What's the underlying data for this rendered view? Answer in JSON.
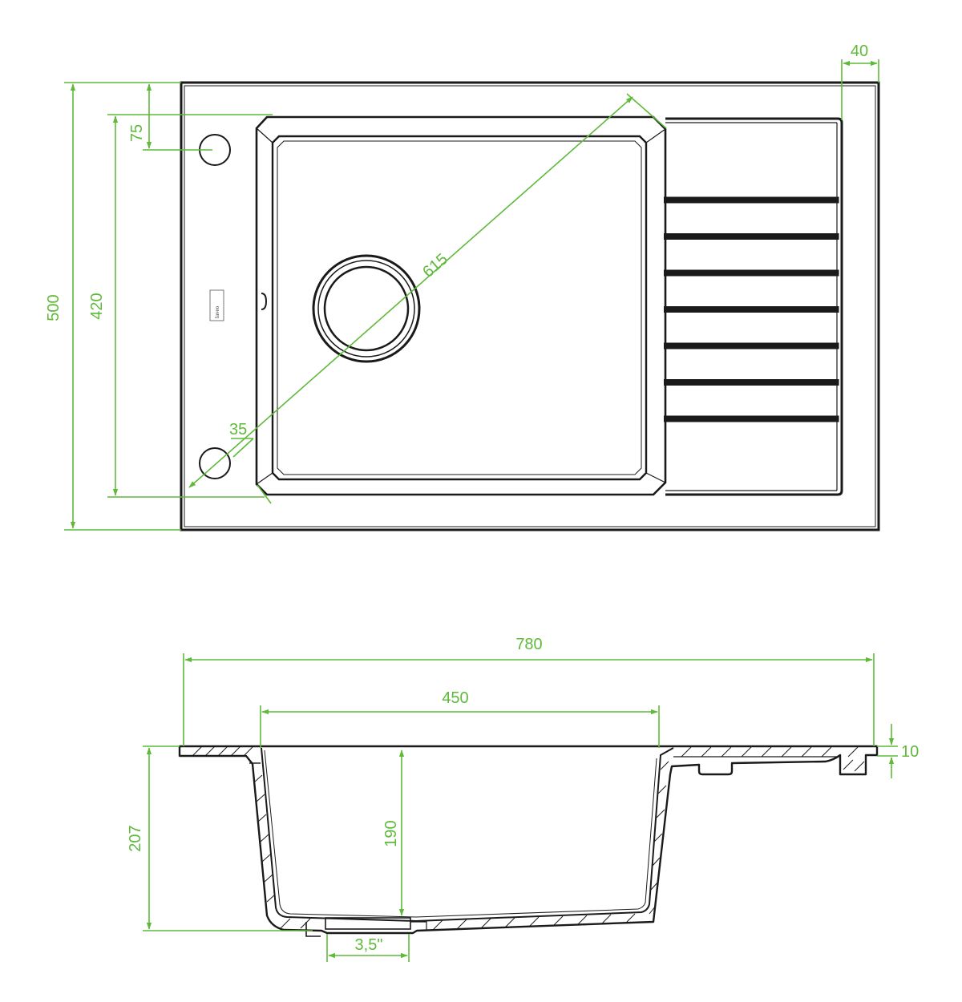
{
  "top_view": {
    "dimensions": {
      "overall_depth": "500",
      "bowl_depth": "420",
      "tap_hole_offset": "75",
      "corner_radius_label": "35",
      "diagonal": "615",
      "drainer_edge": "40"
    },
    "logo": "laveo",
    "drainer_ribs": 7
  },
  "side_view": {
    "dimensions": {
      "overall_width": "780",
      "bowl_width": "450",
      "overall_height": "207",
      "bowl_height": "190",
      "rim_thickness": "10",
      "drain_size": "3,5\""
    }
  },
  "colors": {
    "dimension": "#5fba3a",
    "outline": "#1a1a1a"
  }
}
